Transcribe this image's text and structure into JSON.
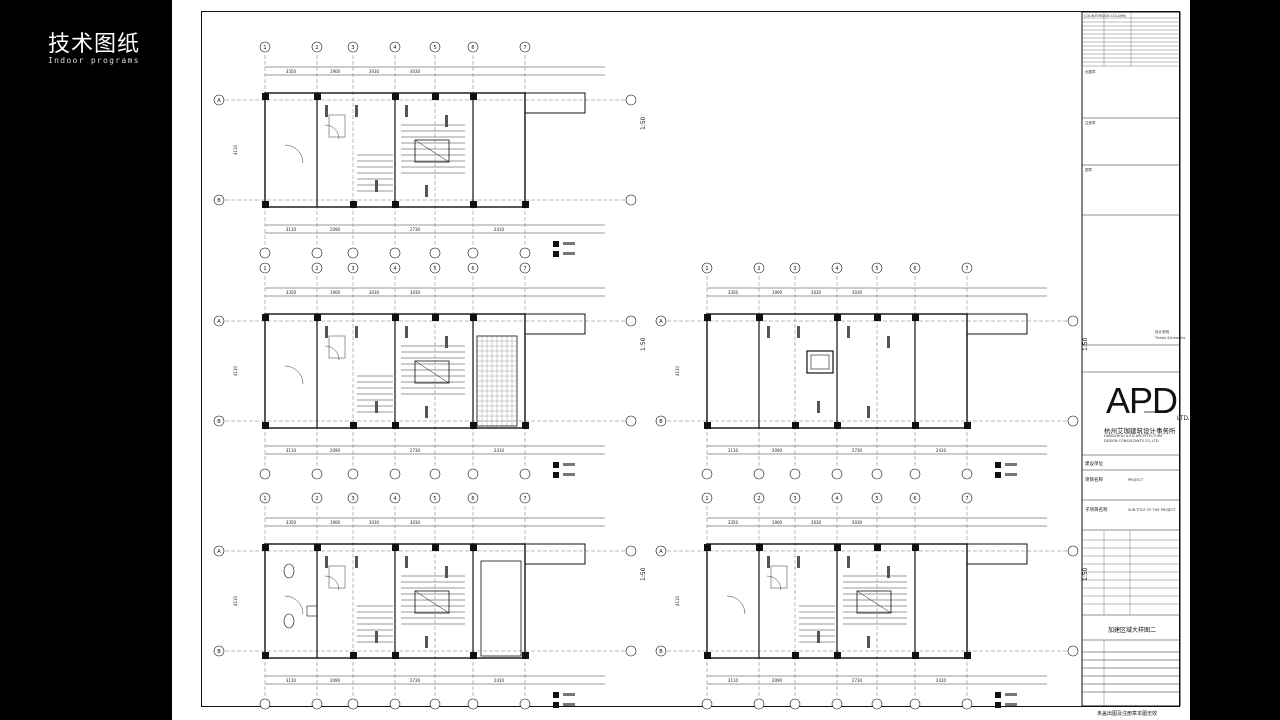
{
  "header": {
    "title": "技术图纸",
    "subtitle": "Indoor programs"
  },
  "title_block": {
    "firm_cn": "杭州艾珈建筑设计事务所",
    "firm_en": "HANGZHOU A.P.D ARCHITECTURE DESIGN CONSULTANTS CO.,LTD",
    "logo_text": "APD",
    "logo_suffix": "LTD.",
    "project_label": "建设单位",
    "project_name_label": "项目名称",
    "project_en": "PROJECT",
    "subproject_label": "子项目名称",
    "subproject_en": "SUB-TITLE OF THE PROJECT",
    "drawing_title": "加建区域大样图二",
    "footer_note": "未盖出图及注册章本图无效",
    "counter_label": "COUNTERSIGN COLUMN",
    "sections": [
      "出图章",
      "注册章",
      "图章"
    ],
    "design_notes_title": "设计说明",
    "design_notes_en": "Thesis Schematic"
  },
  "plans": {
    "scale": "1:50",
    "dim_top": [
      "3350",
      "1900",
      "3030",
      "3030"
    ],
    "dim_bottom": [
      "3110",
      "2090",
      "2730",
      "2410"
    ],
    "dim_side": "4110",
    "axis_top": [
      "1",
      "2",
      "3",
      "4",
      "5",
      "6",
      "7"
    ],
    "axis_left": [
      "A",
      "B"
    ]
  }
}
